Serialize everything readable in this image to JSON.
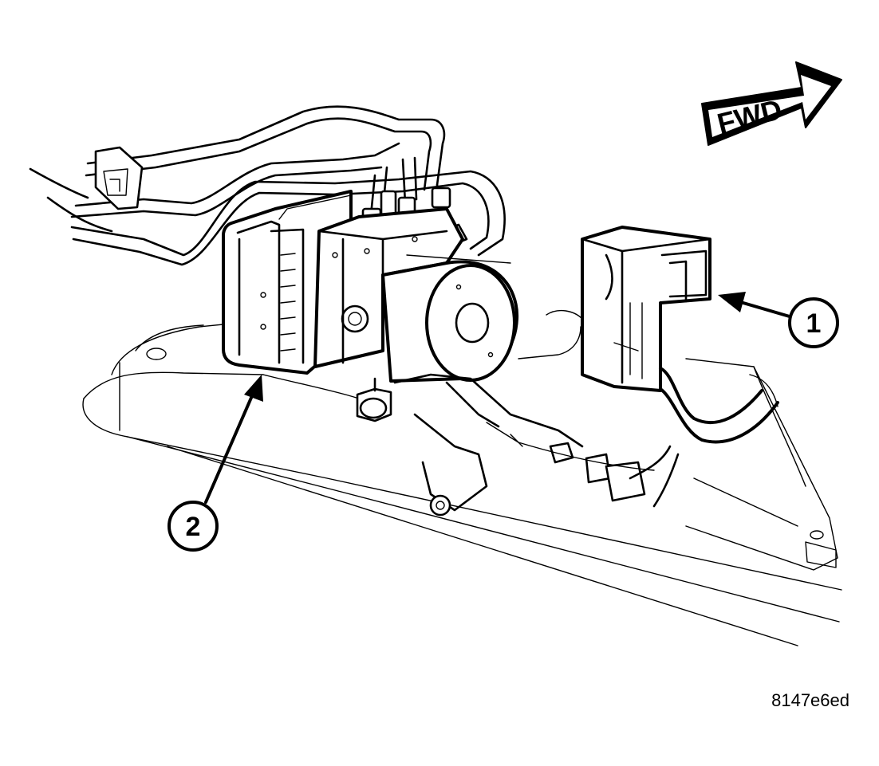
{
  "diagram": {
    "direction_arrow": {
      "label": "FWD"
    },
    "callouts": [
      {
        "number": "1"
      },
      {
        "number": "2"
      }
    ],
    "figure_reference": "8147e6ed"
  }
}
